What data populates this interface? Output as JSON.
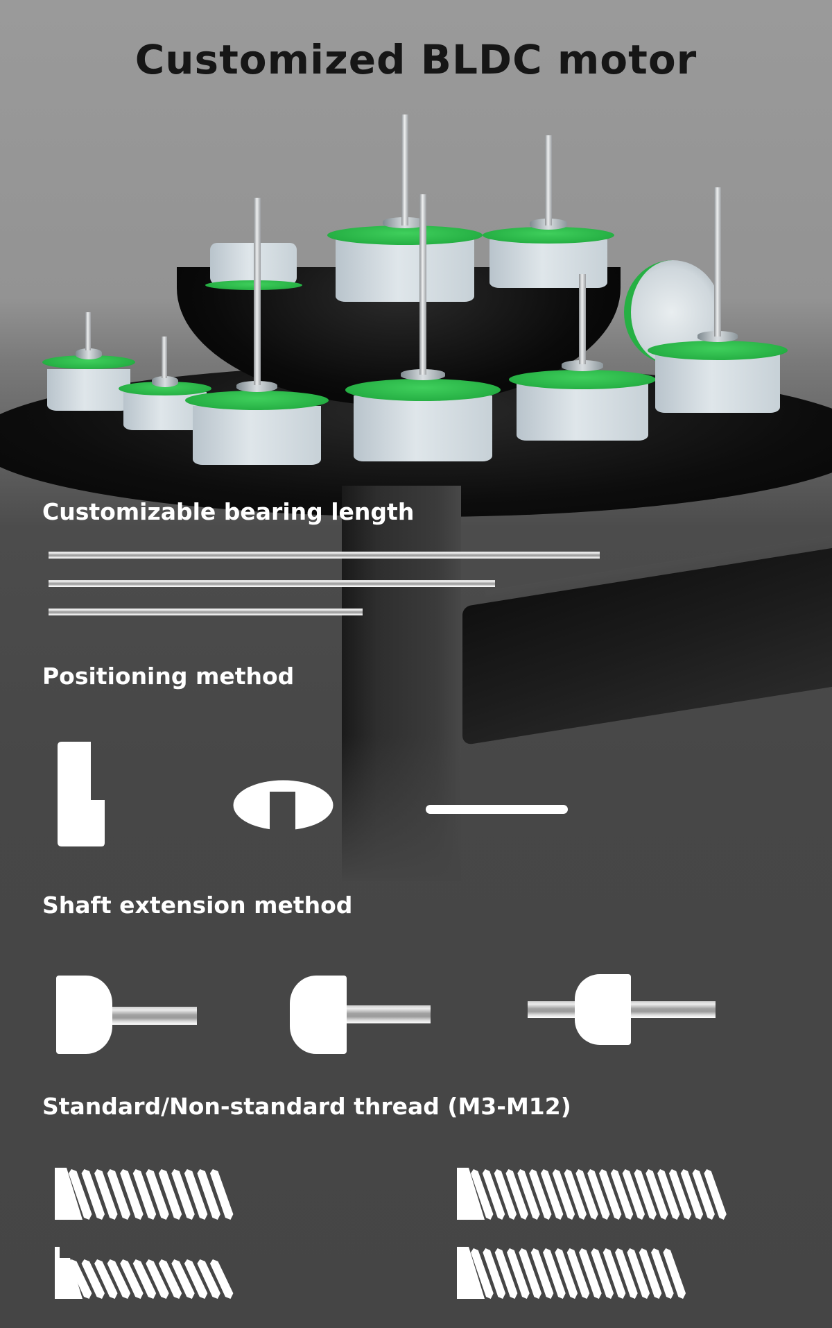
{
  "page": {
    "title": "Customized BLDC motor"
  },
  "sections": [
    {
      "heading": "Customizable bearing length",
      "items": [
        {
          "name": "long-bearing",
          "relative_length": 1.0
        },
        {
          "name": "medium-bearing",
          "relative_length": 0.81
        },
        {
          "name": "short-bearing",
          "relative_length": 0.57
        }
      ]
    },
    {
      "heading": "Positioning method",
      "items": [
        {
          "name": "step-flat-shaft-icon"
        },
        {
          "name": "d-slot-oval-icon"
        },
        {
          "name": "flat-line-icon"
        }
      ]
    },
    {
      "heading": "Shaft extension method",
      "items": [
        {
          "name": "rear-extension-icon"
        },
        {
          "name": "front-extension-icon"
        },
        {
          "name": "double-extension-icon"
        }
      ]
    },
    {
      "heading": "Standard/Non-standard thread (M3-M12)",
      "items": [
        {
          "name": "thread-short-plain-icon"
        },
        {
          "name": "thread-long-plain-icon"
        },
        {
          "name": "thread-short-stepped-icon"
        },
        {
          "name": "thread-medium-plain-icon"
        }
      ]
    }
  ],
  "colors": {
    "pcb_green": "#26b044",
    "heading_text": "#ffffff",
    "title_text": "#161616",
    "background": "#454545"
  }
}
